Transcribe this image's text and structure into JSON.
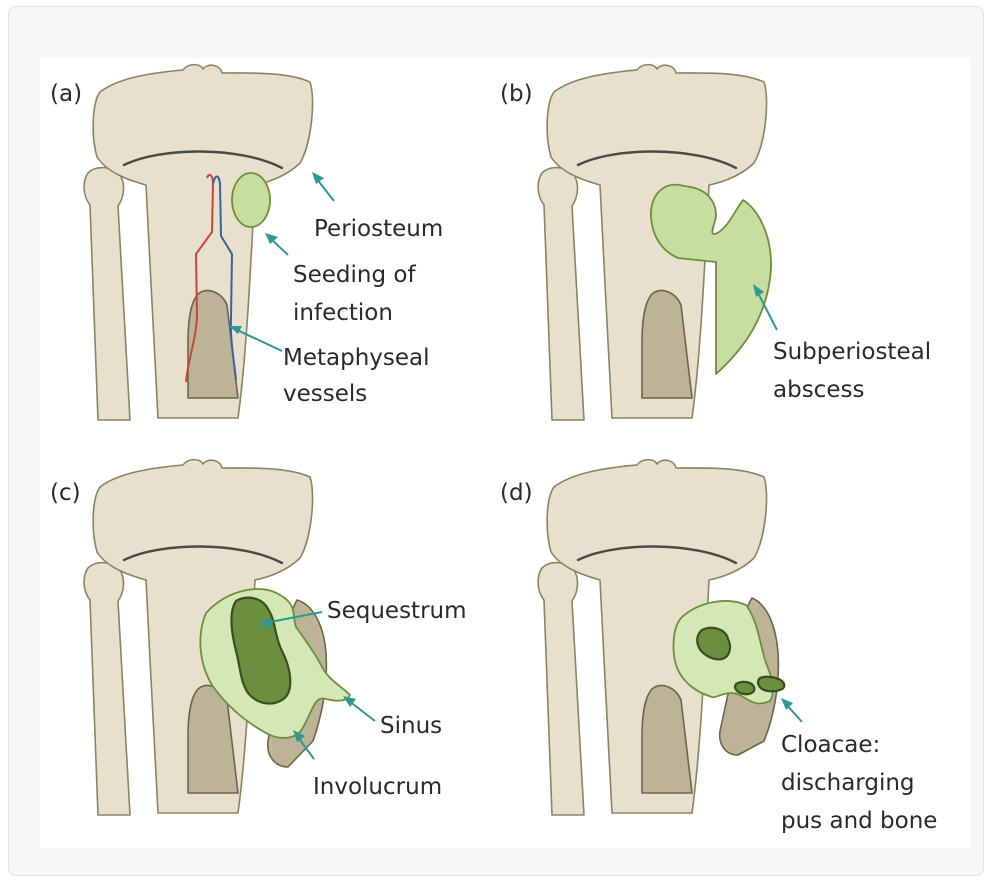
{
  "panels": [
    {
      "label": "(a)",
      "callouts": [
        {
          "lines": [
            "Periosteum"
          ]
        },
        {
          "lines": [
            "Seeding of",
            "infection"
          ]
        },
        {
          "lines": [
            "Metaphyseal",
            "vessels"
          ]
        }
      ]
    },
    {
      "label": "(b)",
      "callouts": [
        {
          "lines": [
            "Subperiosteal",
            "abscess"
          ]
        }
      ]
    },
    {
      "label": "(c)",
      "callouts": [
        {
          "lines": [
            "Sequestrum"
          ]
        },
        {
          "lines": [
            "Sinus"
          ]
        },
        {
          "lines": [
            "Involucrum"
          ]
        }
      ]
    },
    {
      "label": "(d)",
      "callouts": [
        {
          "lines": [
            "Cloacae:",
            "discharging",
            "pus and bone"
          ]
        }
      ]
    }
  ],
  "colors": {
    "bone": "#e6e0cc",
    "infection": "#c6dfa0",
    "sequestrum": "#6c8f3f",
    "arrow": "#2a9a93",
    "artery": "#c8453b",
    "vein": "#3e5fa3"
  }
}
